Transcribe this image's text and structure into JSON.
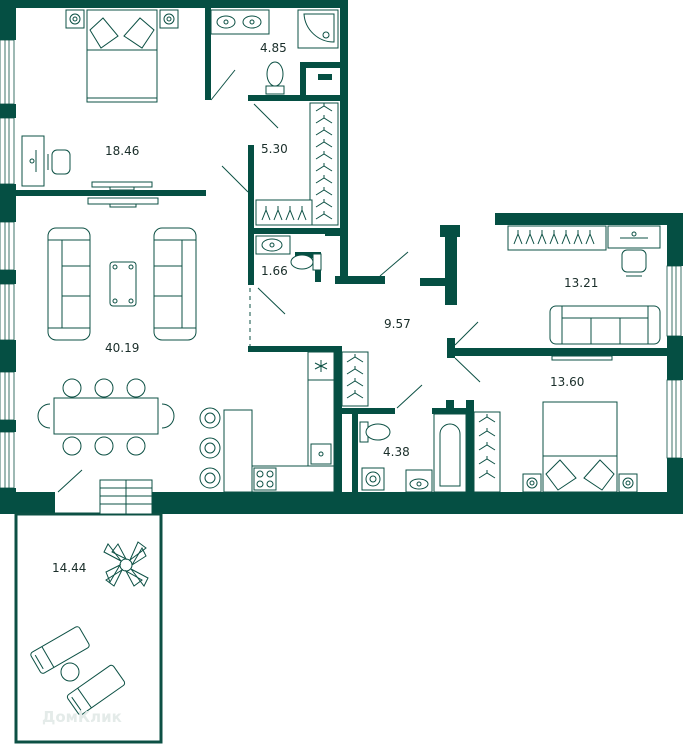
{
  "colors": {
    "wall": "#054f43",
    "furniture": "#0c5044",
    "text": "#1a2e2a",
    "background": "#ffffff"
  },
  "rooms": [
    {
      "id": "bedroom-1",
      "area": "18.46"
    },
    {
      "id": "bathroom-1",
      "area": "4.85"
    },
    {
      "id": "wardrobe",
      "area": "5.30"
    },
    {
      "id": "wc",
      "area": "1.66"
    },
    {
      "id": "living-kitchen",
      "area": "40.19"
    },
    {
      "id": "hall",
      "area": "9.57"
    },
    {
      "id": "bedroom-2",
      "area": "13.21"
    },
    {
      "id": "bedroom-3",
      "area": "13.60"
    },
    {
      "id": "bathroom-2",
      "area": "4.38"
    },
    {
      "id": "balcony",
      "area": "14.44"
    }
  ],
  "watermark": "ДомКлик",
  "icons": [
    "bed-icon",
    "sofa-icon",
    "armchair-icon",
    "dining-table-icon",
    "desk-icon",
    "chair-icon",
    "tv-icon",
    "wardrobe-icon",
    "hanger-icon",
    "toilet-icon",
    "sink-icon",
    "shower-icon",
    "bathtub-icon",
    "washing-machine-icon",
    "stove-icon",
    "fridge-icon",
    "plant-icon",
    "sun-lounger-icon",
    "nightstand-icon",
    "coffee-table-icon"
  ]
}
